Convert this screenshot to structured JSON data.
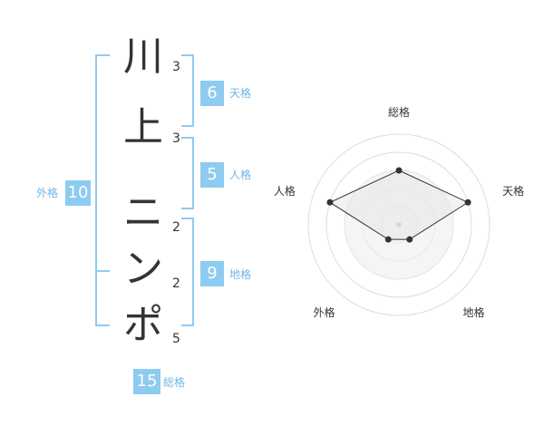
{
  "name_chars": [
    {
      "char": "川",
      "strokes": "3"
    },
    {
      "char": "上",
      "strokes": "3"
    },
    {
      "char": "ニ",
      "strokes": "2"
    },
    {
      "char": "ン",
      "strokes": "2"
    },
    {
      "char": "ポ",
      "strokes": "5"
    }
  ],
  "kaku": {
    "tenkaku": {
      "value": "6",
      "label": "天格"
    },
    "jinkaku": {
      "value": "5",
      "label": "人格"
    },
    "chikaku": {
      "value": "9",
      "label": "地格"
    },
    "gaikaku": {
      "value": "10",
      "label": "外格"
    },
    "soukaku": {
      "value": "15",
      "label": "総格"
    }
  },
  "colors": {
    "accent": "#8ecbf1",
    "label": "#6fb6e6",
    "ring": "#dddddd",
    "fill": "#eeeeee"
  },
  "chart_data": {
    "type": "radar",
    "axes": [
      "総格",
      "天格",
      "地格",
      "外格",
      "人格"
    ],
    "values": [
      3,
      4,
      1,
      1,
      4
    ],
    "max": 5
  }
}
